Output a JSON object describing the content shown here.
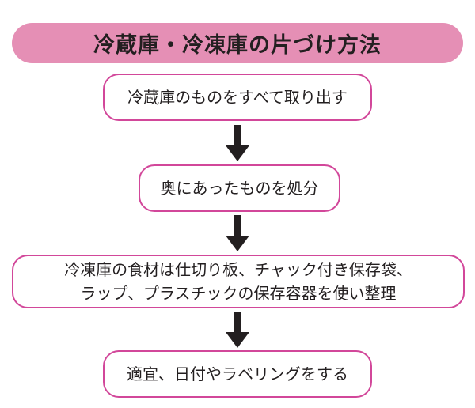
{
  "title": "冷蔵庫・冷凍庫の片づけ方法",
  "steps": [
    {
      "lines": [
        "冷蔵庫のものをすべて取り出す"
      ]
    },
    {
      "lines": [
        "奥にあったものを処分"
      ]
    },
    {
      "lines": [
        "冷凍庫の食材は仕切り板、チャック付き保存袋、",
        "ラップ、プラスチックの保存容器を使い整理"
      ]
    },
    {
      "lines": [
        "適宜、日付やラベリングをする"
      ]
    }
  ],
  "colors": {
    "title_bg": "#e58fb5",
    "box_border": "#d2479a",
    "arrow": "#231f20"
  }
}
